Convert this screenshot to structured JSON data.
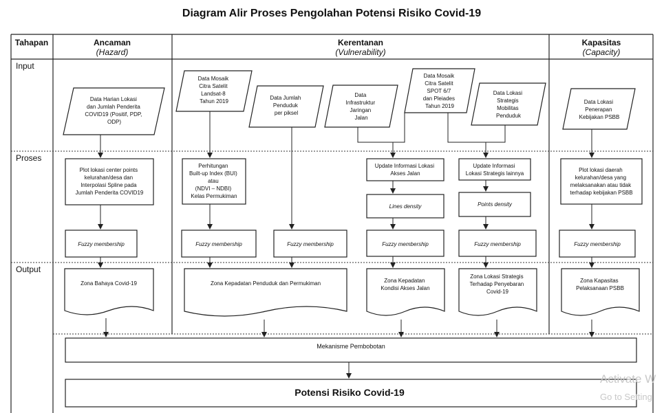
{
  "title": "Diagram Alir Proses Pengolahan Potensi Risiko Covid-19",
  "headers": {
    "tahapan": "Tahapan",
    "ancaman": "Ancaman",
    "ancaman_en": "(Hazard)",
    "kerentanan": "Kerentanan",
    "kerentanan_en": "(Vulnerability)",
    "kapasitas": "Kapasitas",
    "kapasitas_en": "(Capacity)"
  },
  "rows": {
    "input": "Input",
    "proses": "Proses",
    "output": "Output"
  },
  "inputs": {
    "hazard": [
      "Data Harian Lokasi",
      "dan Jumlah Penderita",
      "COVID19 (Positif, PDP,",
      "ODP)"
    ],
    "landsat": [
      "Data Mosaik",
      "Citra Satelit",
      "Landsat-8",
      "Tahun 2019"
    ],
    "penduduk": [
      "Data Jumlah",
      "Penduduk",
      "per piksel"
    ],
    "infrastruktur": [
      "Data",
      "Infrastruktur",
      "Jaringan",
      "Jalan"
    ],
    "spot": [
      "Data Mosaik",
      "Citra Satelit",
      "SPOT 6/7",
      "dan Pleiades",
      "Tahun 2019"
    ],
    "strategis": [
      "Data Lokasi",
      "Strategis",
      "Mobilitas",
      "Penduduk"
    ],
    "kebijakan": [
      "Data Lokasi",
      "Penerapan",
      "Kebijakan PSBB"
    ]
  },
  "processes": {
    "plot_center": [
      "Plot lokasi center points",
      "kelurahan/desa dan",
      "Interpolasi Spline pada",
      "Jumlah Penderita COVID19"
    ],
    "bui": [
      "Perhitungan",
      "Built-up Index (BUI)",
      "atau",
      "(NDVI – NDBI)",
      "Kelas Permukiman"
    ],
    "update_jalan": [
      "Update Informasi Lokasi",
      "Akses Jalan"
    ],
    "lines_density": "Lines density",
    "update_strategis": [
      "Update Informasi",
      "Lokasi Strategis lainnya"
    ],
    "points_density": "Points density",
    "plot_psbb": [
      "Plot lokasi daerah",
      "kelurahan/desa yang",
      "melaksanakan atau tidak",
      "terhadap kebijakan PSBB"
    ],
    "fuzzy": "Fuzzy membership"
  },
  "outputs": {
    "bahaya": "Zona Bahaya Covid-19",
    "kepadatan": "Zona Kepadatan Penduduk dan Permukiman",
    "akses": [
      "Zona Kepadatan",
      "Kondisi Akses Jalan"
    ],
    "strategis": [
      "Zona Lokasi Strategis",
      "Terhadap Penyebaran",
      "Covid-19"
    ],
    "kapasitas": [
      "Zona Kapasitas",
      "Pelaksanaan PSBB"
    ]
  },
  "mekanisme": "Mekanisme Pembobotan",
  "result": "Potensi Risiko Covid-19",
  "watermark": {
    "line1": "Activate W",
    "line2": "Go to Setting"
  }
}
